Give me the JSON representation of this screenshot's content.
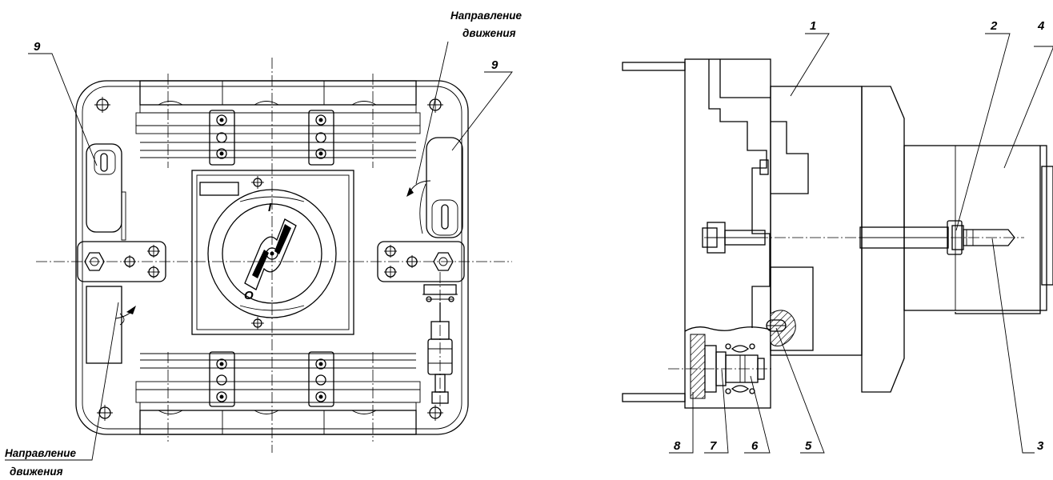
{
  "front_view": {
    "label_9_left": "9",
    "label_9_right": "9",
    "direction_top_line1": "Направление",
    "direction_top_line2": "движения",
    "direction_bottom_line1": "Направление",
    "direction_bottom_line2": "движения",
    "switch_mark_on": "I",
    "switch_mark_off": "O"
  },
  "side_view": {
    "labels": [
      "1",
      "2",
      "3",
      "4",
      "5",
      "6",
      "7",
      "8"
    ]
  }
}
